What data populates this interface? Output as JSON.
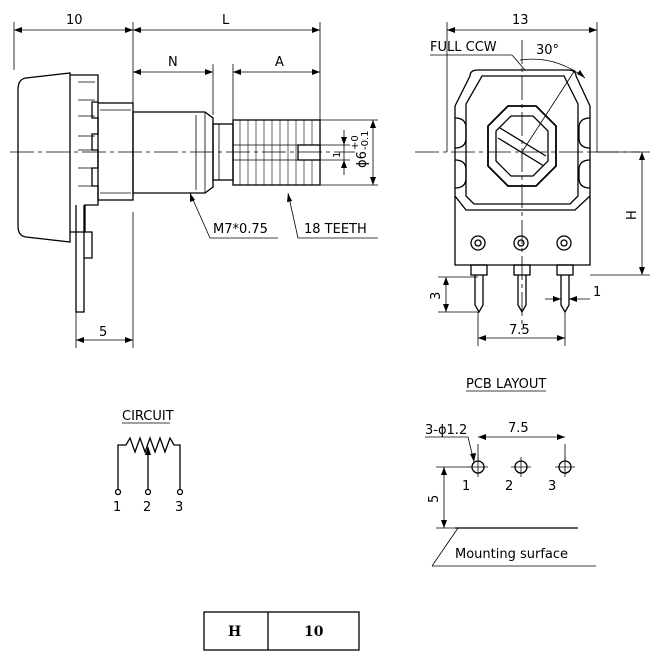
{
  "side_view": {
    "dim_10": "10",
    "dim_L": "L",
    "dim_N": "N",
    "dim_A": "A",
    "dim_5": "5",
    "dim_1": "1",
    "dim_shaft_dia": "ϕ6",
    "dim_shaft_tol_upper": "+0",
    "dim_shaft_tol_lower": "-0.1",
    "label_thread": "M7*0.75",
    "label_teeth": "18 TEETH"
  },
  "front_view": {
    "dim_13": "13",
    "label_full_ccw": "FULL CCW",
    "angle": "30°",
    "dim_H": "H",
    "dim_3": "3",
    "dim_1": "1",
    "dim_7_5": "7.5"
  },
  "circuit": {
    "title": "CIRCUIT",
    "pin_1": "1",
    "pin_2": "2",
    "pin_3": "3"
  },
  "pcb_layout": {
    "title": "PCB LAYOUT",
    "hole_spec": "3-ϕ1.2",
    "pitch": "7.5",
    "dim_5": "5",
    "pin_1": "1",
    "pin_2": "2",
    "pin_3": "3",
    "mounting_surface": "Mounting surface"
  },
  "table": {
    "header": "H",
    "value": "10"
  }
}
